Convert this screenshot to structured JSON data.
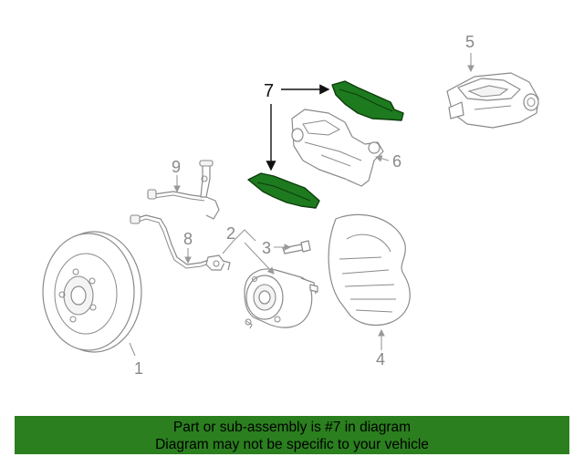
{
  "callouts": {
    "c1": "1",
    "c2": "2",
    "c3": "3",
    "c4": "4",
    "c5": "5",
    "c6": "6",
    "c7": "7",
    "c8": "8",
    "c9": "9"
  },
  "highlight_color": "#2b7f1f",
  "banner": {
    "line1": "Part or sub-assembly is #7 in diagram",
    "line2": "Diagram may not be specific to your vehicle"
  }
}
